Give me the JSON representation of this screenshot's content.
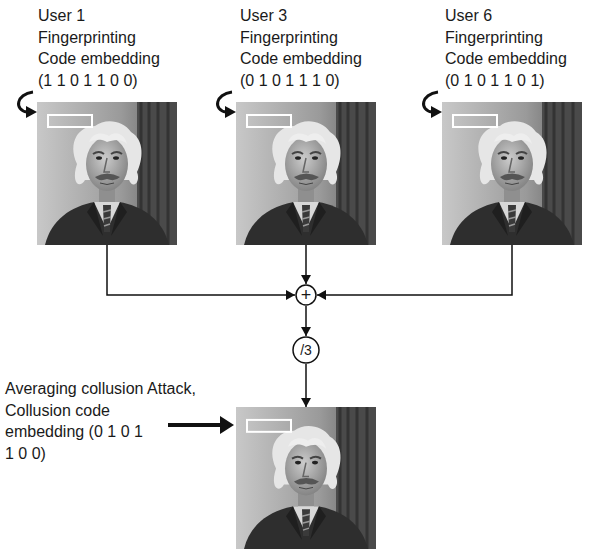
{
  "diagram": {
    "nodes": [
      {
        "text": [
          "User 1 Fingerprinting Code embedding (1 1 0 1 1 0 0)"
        ]
      },
      {
        "text": [
          "User 3 Fingerprinting Code embedding (0 1 0 1 1 1 0)"
        ]
      },
      {
        "text": [
          "User 6 Fingerprinting Code embedding (0 1 0 1 1 0 1)"
        ]
      },
      {
        "text": [
          "+"
        ]
      },
      {
        "text": [
          "/3"
        ]
      },
      {
        "text": [
          "Averaging collusion Attack, Collusion code embedding (0 1 0 1 1 0 0)"
        ]
      }
    ],
    "edges": [
      {
        "from": 0,
        "to": 3,
        "arrow": "to"
      },
      {
        "from": 1,
        "to": 3,
        "arrow": "to"
      },
      {
        "from": 2,
        "to": 3,
        "arrow": "to"
      },
      {
        "from": 3,
        "to": 4,
        "arrow": "to"
      },
      {
        "from": 4,
        "to": 5,
        "arrow": "to"
      }
    ]
  }
}
